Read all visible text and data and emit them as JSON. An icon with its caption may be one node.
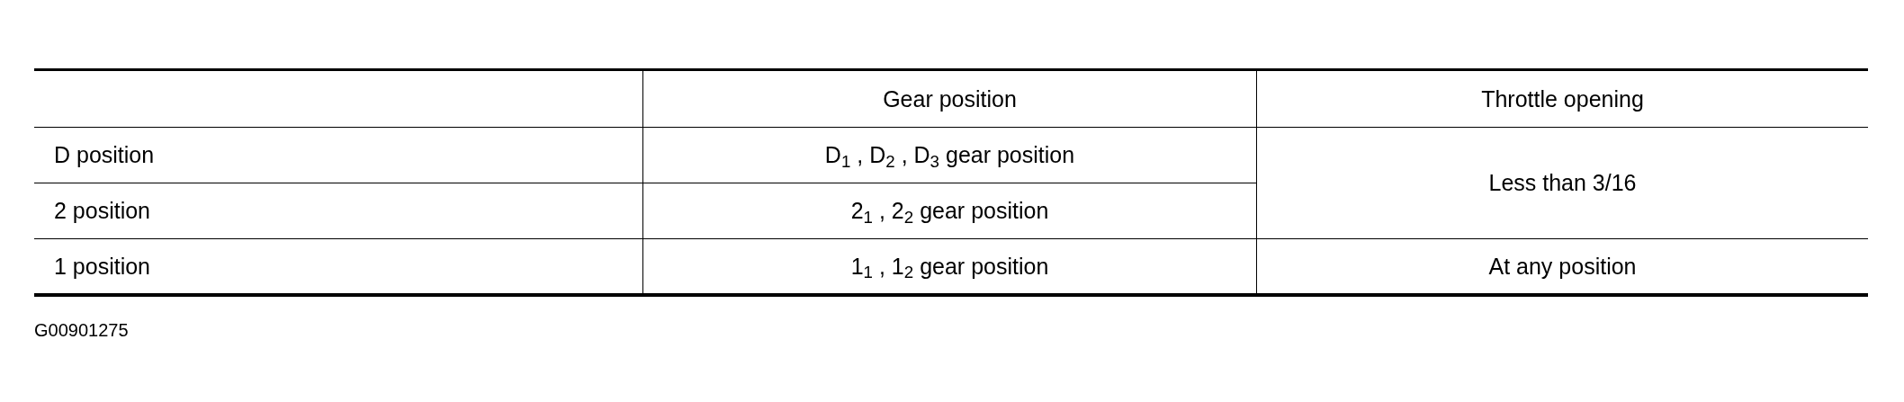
{
  "diagram": {
    "labels": [
      "Gear position",
      "Throttle opening",
      "D position",
      "D$_{1}$ , D$_{2}$ , D$_{3}$  gear position",
      "Less than 3/16",
      "2 position",
      "2$_{1}$ , 2$_{2}$  gear position",
      "1 position",
      "1$_{1}$ , 1$_{2}$  gear position",
      "At any position",
      "G00901275"
    ]
  }
}
